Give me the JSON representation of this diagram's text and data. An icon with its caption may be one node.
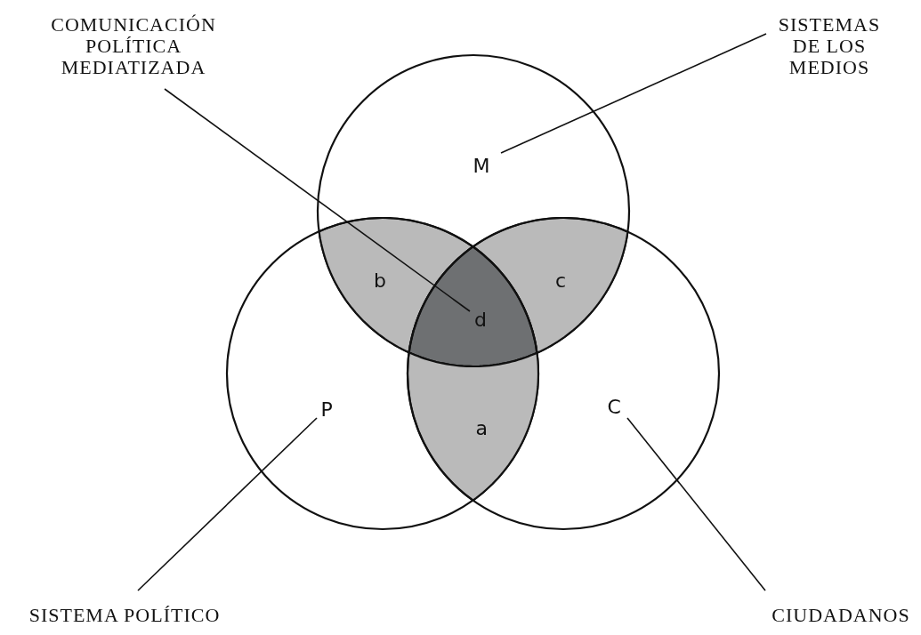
{
  "diagram": {
    "nodes": [
      {
        "text": [
          "COMUNICACIÓN POLÍTICA MEDIATIZADA"
        ]
      },
      {
        "text": [
          "SISTEMAS DE LOS MEDIOS"
        ]
      },
      {
        "text": [
          "M"
        ]
      },
      {
        "text": [
          "b"
        ]
      },
      {
        "text": [
          "c"
        ]
      },
      {
        "text": [
          "d"
        ]
      },
      {
        "text": [
          "P"
        ]
      },
      {
        "text": [
          "a"
        ]
      },
      {
        "text": [
          "C"
        ]
      },
      {
        "text": [
          "SISTEMA POLÍTICO"
        ]
      },
      {
        "text": [
          "CIUDADANOS"
        ]
      }
    ],
    "edges": [
      {
        "from": 0,
        "to": 5,
        "arrow": "none"
      },
      {
        "from": 1,
        "to": 2,
        "arrow": "none"
      },
      {
        "from": 9,
        "to": 6,
        "arrow": "none"
      },
      {
        "from": 10,
        "to": 8,
        "arrow": "none"
      }
    ]
  }
}
